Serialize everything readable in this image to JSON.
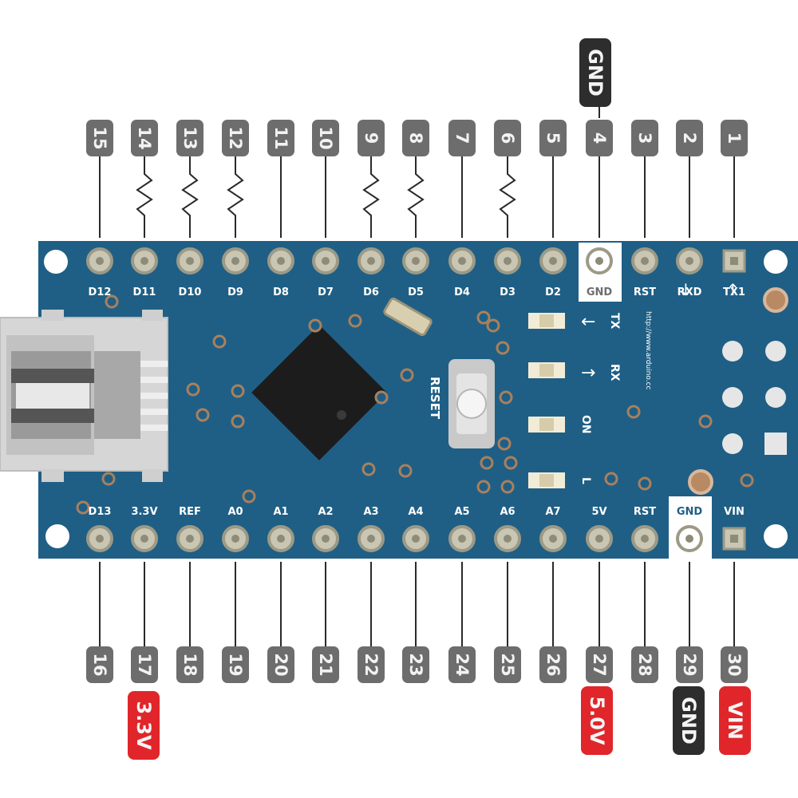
{
  "board": {
    "top_pin_labels": [
      "D12",
      "D11",
      "D10",
      "D9",
      "D8",
      "D7",
      "D6",
      "D5",
      "D4",
      "D3",
      "D2",
      "GND",
      "RST",
      "RXD",
      "TX1"
    ],
    "bottom_pin_labels": [
      "D13",
      "3.3V",
      "REF",
      "A0",
      "A1",
      "A2",
      "A3",
      "A4",
      "A5",
      "A6",
      "A7",
      "5V",
      "RST",
      "GND",
      "VIN"
    ],
    "reset_label": "RESET",
    "led_labels": [
      "TX",
      "RX",
      "ON",
      "L"
    ],
    "url_text": "http://www.arduino.cc"
  },
  "pin_numbers": {
    "top": [
      "15",
      "14",
      "13",
      "12",
      "11",
      "10",
      "9",
      "8",
      "7",
      "6",
      "5",
      "4",
      "3",
      "2",
      "1"
    ],
    "bottom": [
      "16",
      "17",
      "18",
      "19",
      "20",
      "21",
      "22",
      "23",
      "24",
      "25",
      "26",
      "27",
      "28",
      "29",
      "30"
    ]
  },
  "pwm_pins": [
    "14",
    "13",
    "12",
    "9",
    "8",
    "6"
  ],
  "tags": {
    "top_gnd": "GND",
    "v33": "3.3V",
    "v50": "5.0V",
    "gnd_bottom": "GND",
    "vin": "VIN"
  },
  "colors": {
    "board": "#1f5f85",
    "pin_ring": "#9c9a86",
    "number_box": "#6d6d6d",
    "tag_red": "#e0262a",
    "tag_black": "#2d2d2d"
  }
}
